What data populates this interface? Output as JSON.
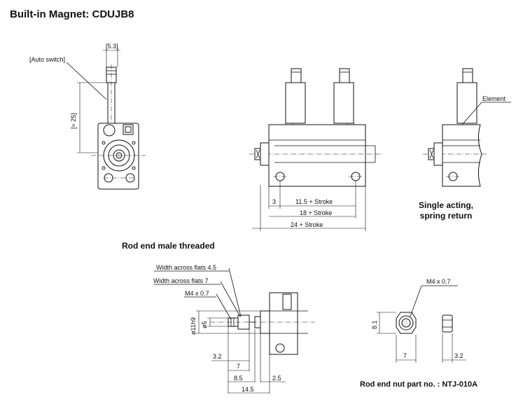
{
  "title": "Built-in Magnet: CDUJB8",
  "labels": {
    "auto_switch": "[Auto switch]",
    "element": "Element",
    "single_acting_line1": "Single acting,",
    "single_acting_line2": "spring return",
    "rod_end_section": "Rod end male threaded",
    "nut_part": "Rod end nut part no. : NTJ-010A"
  },
  "dimensions": {
    "d_5_3": "[5.3]",
    "d_25": "[≈ 25]",
    "d_3": "3",
    "d_11_5": "11.5 + Stroke",
    "d_18": "18 + Stroke",
    "d_24": "24 + Stroke",
    "wf_4_5": "Width across flats 4.5",
    "wf_7": "Width across flats 7",
    "m4": "M4 x 0.7",
    "d11h9": "ø11h9",
    "d5": "ø5",
    "d_3_2": "3.2",
    "d_7": "7",
    "d_8_5": "8.5",
    "d_2_5": "2.5",
    "d_14_5": "14.5",
    "nut_m4": "M4 x 0.7",
    "nut_8_1": "8.1",
    "nut_7": "7",
    "nut_3_2": "3.2"
  }
}
